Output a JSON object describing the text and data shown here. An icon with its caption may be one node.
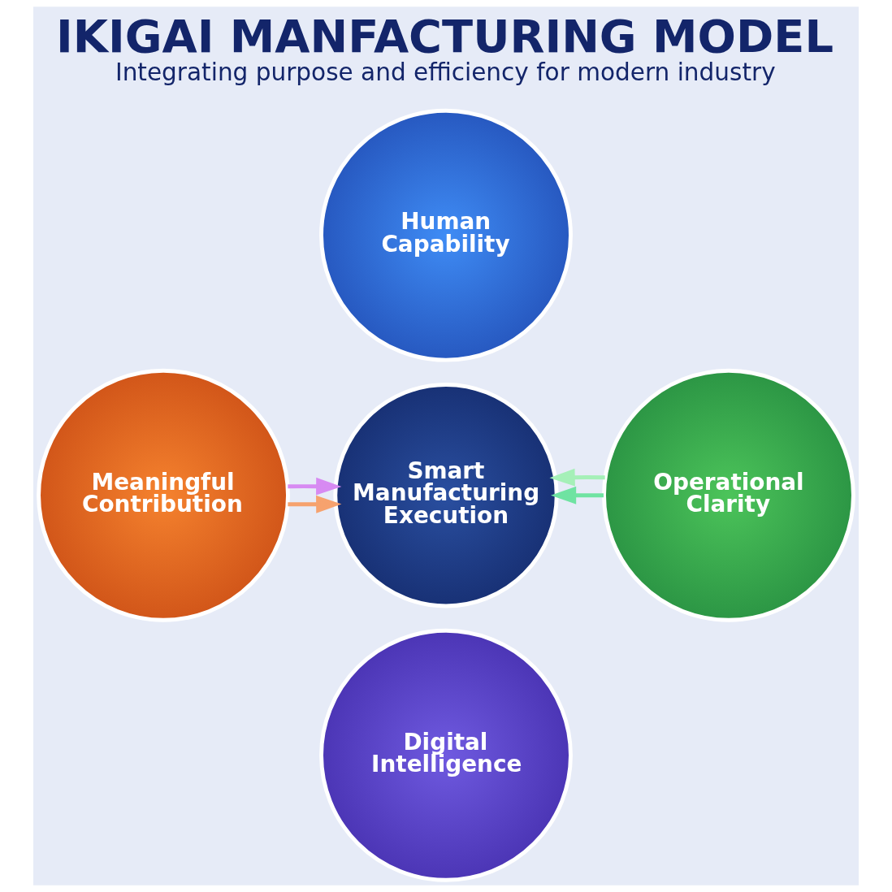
{
  "diagram": {
    "title": "IKIGAI MANFACTURING MODEL",
    "caption": "Integrating purpose and efficiency for modern industry",
    "nodes": [
      {
        "text": [
          "Human Capability"
        ]
      },
      {
        "text": [
          "Meaningful Contribution"
        ]
      },
      {
        "text": [
          "Smart Manufacturing Execution"
        ]
      },
      {
        "text": [
          "Operational Clarity"
        ]
      },
      {
        "text": [
          "Digital Intelligence"
        ]
      }
    ],
    "edges": [
      {
        "from": 1,
        "to": 2,
        "arrow": "to",
        "color": "#f6a26e"
      },
      {
        "from": 3,
        "to": 2,
        "arrow": "to",
        "color": "#6fe3a2"
      },
      {
        "from": 1,
        "to": 2,
        "arrow": "to",
        "color": "#d78af2"
      },
      {
        "from": 3,
        "to": 2,
        "arrow": "to",
        "color": "#a5f0b8"
      }
    ]
  }
}
